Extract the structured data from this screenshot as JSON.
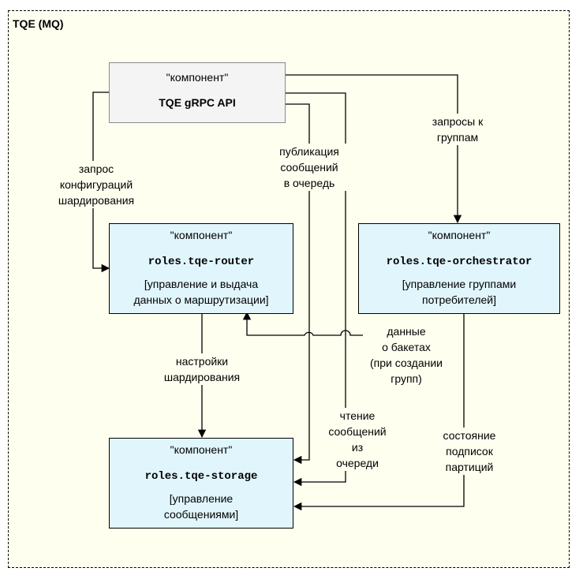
{
  "diagram": {
    "boundary_title": "TQE (MQ)",
    "nodes": {
      "api": {
        "stereotype": "\"компонент\"",
        "name": "TQE gRPC API"
      },
      "router": {
        "stereotype": "\"компонент\"",
        "name": "roles.tqe-router",
        "desc_line1": "[управление и выдача",
        "desc_line2": "данных о маршрутизации]"
      },
      "orchestrator": {
        "stereotype": "\"компонент\"",
        "name": "roles.tqe-orchestrator",
        "desc_line1": "[управление группами",
        "desc_line2": "потребителей]"
      },
      "storage": {
        "stereotype": "\"компонент\"",
        "name": "roles.tqe-storage",
        "desc_line1": "[управление",
        "desc_line2": "сообщениями]"
      }
    },
    "edges": {
      "api_router": {
        "l1": "запрос",
        "l2": "конфигураций",
        "l3": "шардирования"
      },
      "api_storage_publish": {
        "l1": "публикация",
        "l2": "сообщений",
        "l3": "в очередь"
      },
      "api_orchestrator": {
        "l1": "запросы к",
        "l2": "группам"
      },
      "orchestrator_router": {
        "l1": "данные",
        "l2": "о бакетах",
        "l3": "(при создании",
        "l4": "групп)"
      },
      "router_storage": {
        "l1": "настройки",
        "l2": "шардирования"
      },
      "api_storage_read": {
        "l1": "чтение",
        "l2": "сообщений",
        "l3": "из",
        "l4": "очереди"
      },
      "orchestrator_storage": {
        "l1": "состояние",
        "l2": "подписок",
        "l3": "партиций"
      }
    }
  }
}
